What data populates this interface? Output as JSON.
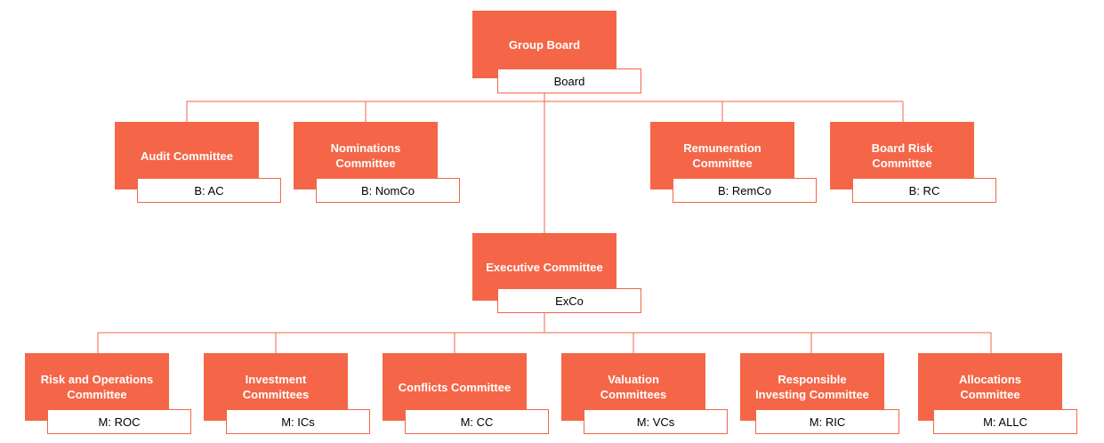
{
  "colors": {
    "node_fill": "#f46647",
    "connector": "#f46647",
    "label_border": "#f46647"
  },
  "root": {
    "name": "Group Board",
    "label": "Board"
  },
  "board_committees": [
    {
      "name": "Audit Committee",
      "label": "B: AC"
    },
    {
      "name": "Nominations Committee",
      "label": "B: NomCo"
    },
    {
      "name": "Remuneration Committee",
      "label": "B: RemCo"
    },
    {
      "name": "Board Risk Committee",
      "label": "B: RC"
    }
  ],
  "executive": {
    "name": "Executive Committee",
    "label": "ExCo"
  },
  "management_committees": [
    {
      "name": "Risk and Operations Committee",
      "label": "M: ROC"
    },
    {
      "name": "Investment Committees",
      "label": "M: ICs"
    },
    {
      "name": "Conflicts Committee",
      "label": "M: CC"
    },
    {
      "name": "Valuation Committees",
      "label": "M: VCs"
    },
    {
      "name": "Responsible Investing Committee",
      "label": "M: RIC"
    },
    {
      "name": "Allocations Committee",
      "label": "M: ALLC"
    }
  ]
}
